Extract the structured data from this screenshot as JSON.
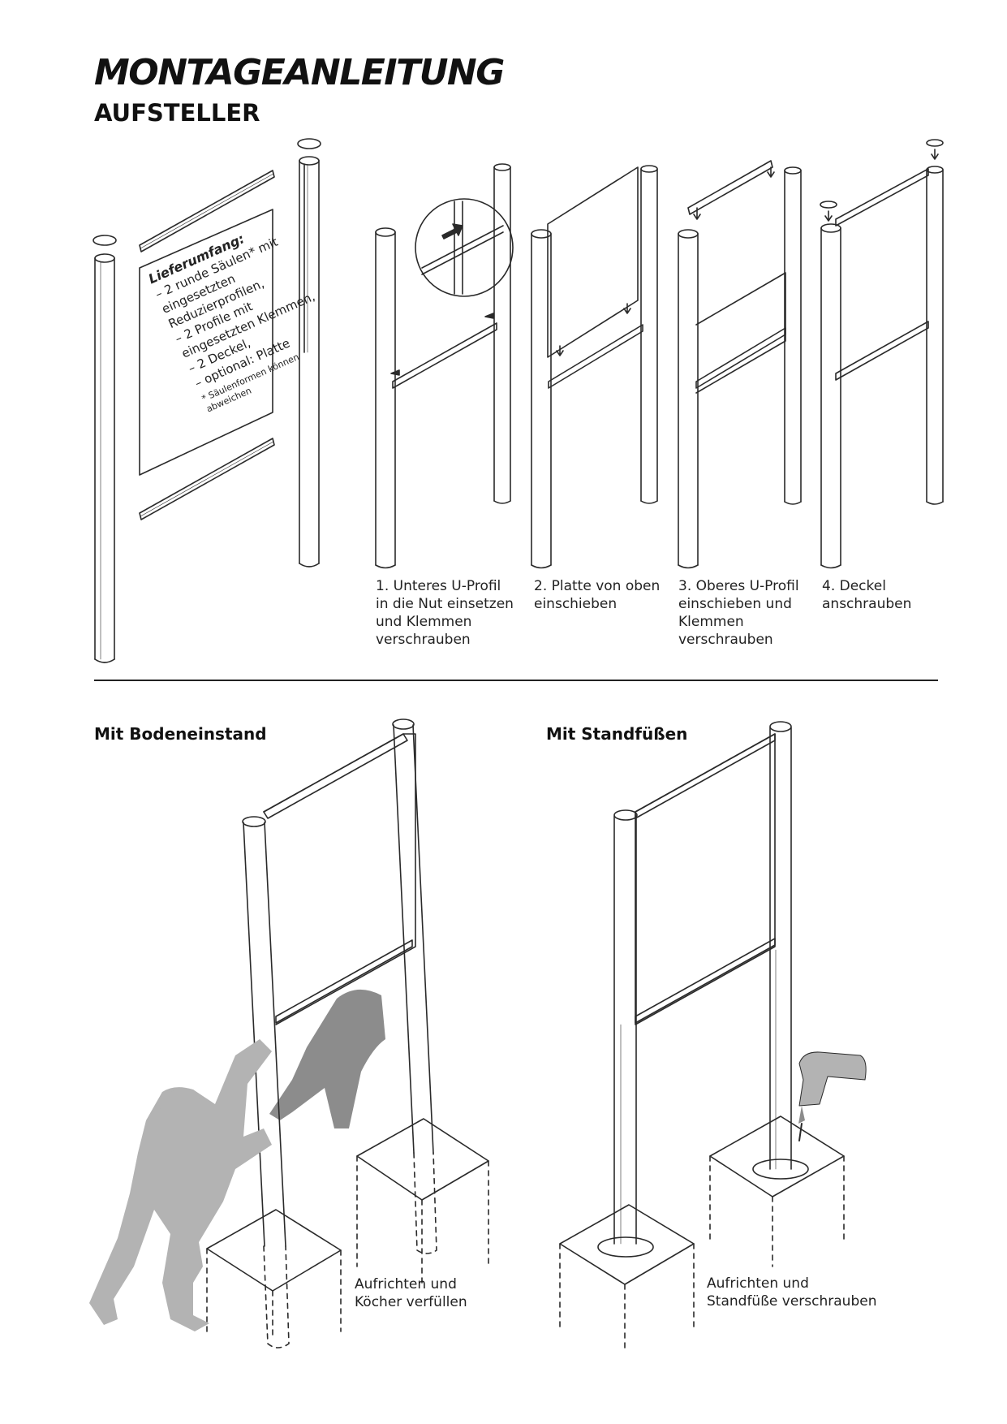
{
  "header": {
    "title": "MONTAGEANLEITUNG",
    "subtitle": "AUFSTELLER"
  },
  "delivery": {
    "heading": "Lieferumfang:",
    "items": [
      "– 2 runde Säulen* mit eingesetzten Reduzierprofilen,",
      "– 2 Profile mit eingesetzten Klemmen,",
      "– 2 Deckel,",
      "– optional: Platte"
    ],
    "note": "* Säulenformen können abweichen"
  },
  "steps": [
    {
      "text": "1. Unteres U-Profil\nin die Nut einsetzen\nund Klemmen\nverschrauben"
    },
    {
      "text": "2. Platte von oben\neinschieben"
    },
    {
      "text": "3. Oberes U-Profil\neinschieben und\nKlemmen\nverschrauben"
    },
    {
      "text": "4. Deckel\nanschrauben"
    }
  ],
  "sections": {
    "ground": {
      "title": "Mit Bodeneinstand",
      "caption": "Aufrichten und\nKöcher verfüllen"
    },
    "feet": {
      "title": "Mit Standfüßen",
      "caption": "Aufrichten und\nStandfüße verschrauben"
    }
  },
  "colors": {
    "line": "#2a2a2a",
    "figure": "#b3b3b3",
    "figure_dark": "#8c8c8c"
  }
}
